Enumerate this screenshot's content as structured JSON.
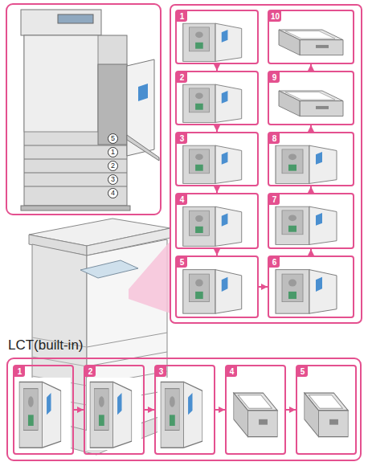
{
  "diagram": {
    "nodes": [
      {
        "text": [
          "5"
        ]
      },
      {
        "text": [
          "1"
        ]
      },
      {
        "text": [
          "2"
        ]
      },
      {
        "text": [
          "3"
        ]
      },
      {
        "text": [
          "4"
        ]
      },
      {
        "text": [
          "1"
        ]
      },
      {
        "text": [
          "2"
        ]
      },
      {
        "text": [
          "3"
        ]
      },
      {
        "text": [
          "4"
        ]
      },
      {
        "text": [
          "5"
        ]
      },
      {
        "text": [
          "6"
        ]
      },
      {
        "text": [
          "7"
        ]
      },
      {
        "text": [
          "8"
        ]
      },
      {
        "text": [
          "9"
        ]
      },
      {
        "text": [
          "10"
        ]
      },
      {
        "text": [
          "LCT(built-in)"
        ]
      },
      {
        "text": [
          "1"
        ],
        "in": 15
      },
      {
        "text": [
          "2"
        ],
        "in": 15
      },
      {
        "text": [
          "3"
        ],
        "in": 15
      },
      {
        "text": [
          "4"
        ],
        "in": 15
      },
      {
        "text": [
          "5"
        ],
        "in": 15
      }
    ],
    "edges": [
      {
        "from": 5,
        "to": 6,
        "arrow": "to"
      },
      {
        "from": 6,
        "to": 7,
        "arrow": "to"
      },
      {
        "from": 7,
        "to": 8,
        "arrow": "to"
      },
      {
        "from": 8,
        "to": 9,
        "arrow": "to"
      },
      {
        "from": 9,
        "to": 10,
        "arrow": "to"
      },
      {
        "from": 10,
        "to": 11,
        "arrow": "to"
      },
      {
        "from": 11,
        "to": 12,
        "arrow": "to"
      },
      {
        "from": 12,
        "to": 13,
        "arrow": "to"
      },
      {
        "from": 13,
        "to": 14,
        "arrow": "to"
      },
      {
        "from": 16,
        "to": 17,
        "arrow": "to"
      },
      {
        "from": 17,
        "to": 18,
        "arrow": "to"
      },
      {
        "from": 18,
        "to": 19,
        "arrow": "to"
      },
      {
        "from": 19,
        "to": 20,
        "arrow": "to"
      }
    ]
  }
}
